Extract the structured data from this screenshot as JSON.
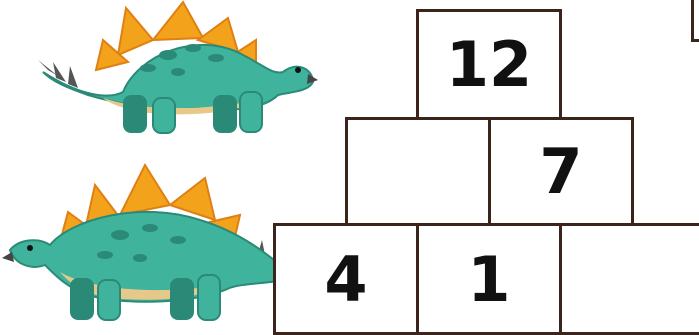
{
  "pyramid": {
    "top": {
      "value": "12"
    },
    "middle": [
      {
        "value": ""
      },
      {
        "value": "7"
      }
    ],
    "bottom": [
      {
        "value": "4"
      },
      {
        "value": "1"
      },
      {
        "value": ""
      }
    ]
  },
  "decor": {
    "illustrations": [
      "stegosaurus-illustration",
      "stegosaurus-illustration"
    ],
    "colors": {
      "body": "#3fb39b",
      "belly": "#e6c98a",
      "plates": "#f3a21c",
      "outline": "#3b241b"
    }
  }
}
